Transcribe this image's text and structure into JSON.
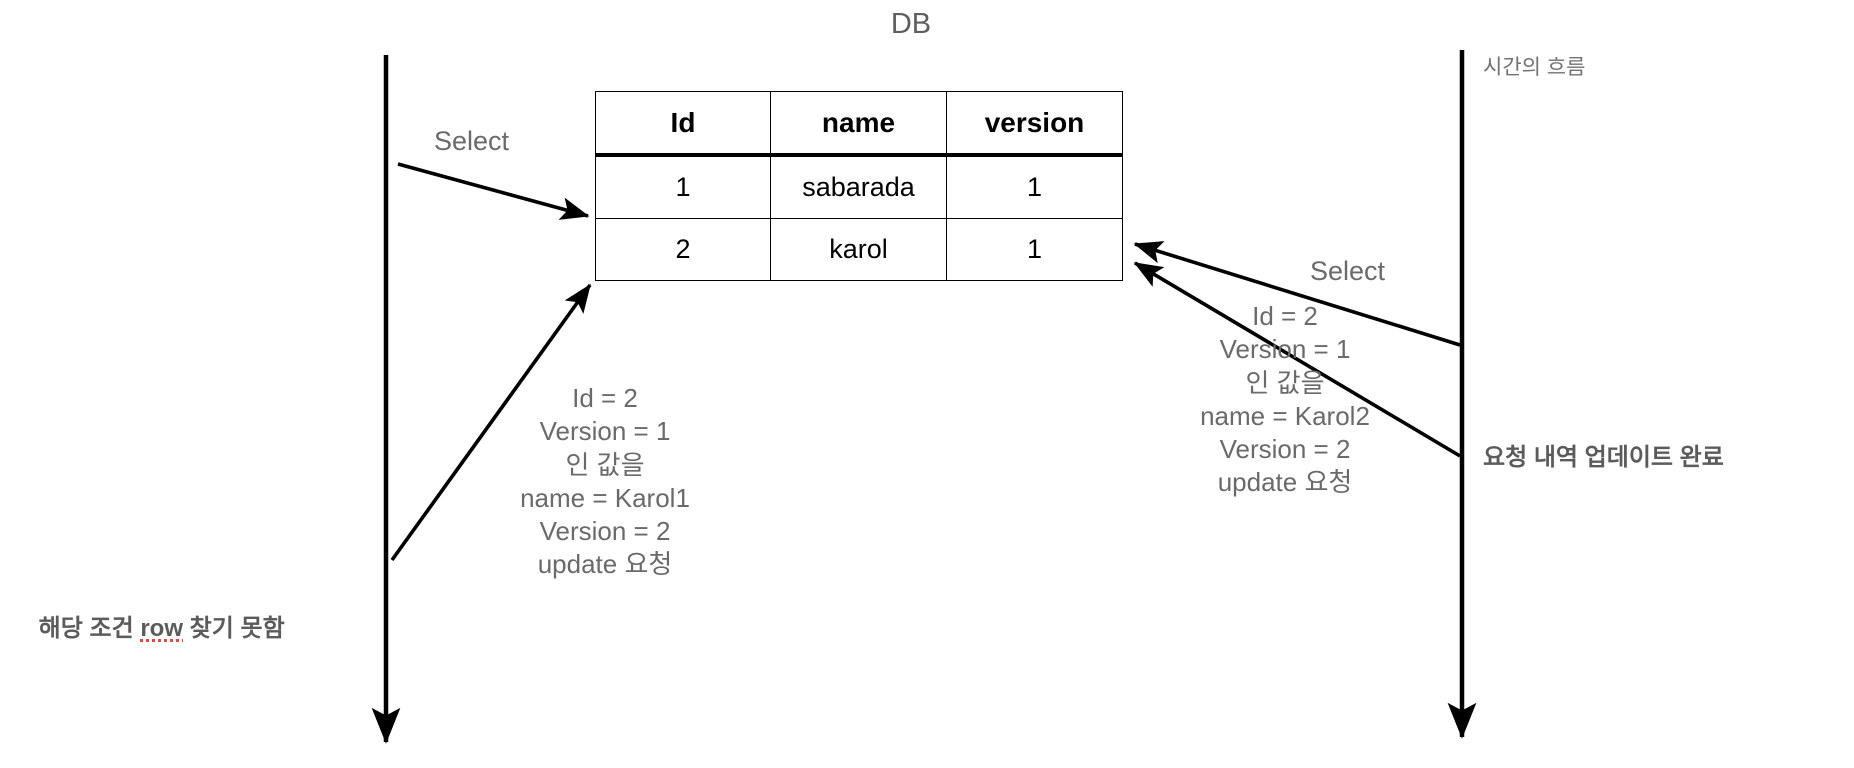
{
  "diagram": {
    "title": "DB",
    "time_axis_label": "시간의 흐름",
    "table": {
      "columns": [
        "Id",
        "name",
        "version"
      ],
      "rows": [
        [
          "1",
          "sabarada",
          "1"
        ],
        [
          "2",
          "karol",
          "1"
        ]
      ]
    },
    "left_lane": {
      "select_label": "Select",
      "request": {
        "line1": "Id = 2",
        "line2": "Version = 1",
        "line3": "인 값을",
        "line4": "name = Karol1",
        "line5": "Version = 2",
        "line6": "update 요청"
      },
      "result_note": {
        "prefix": "해당 조건 ",
        "highlight": "row",
        "suffix": " 찾기 못함"
      }
    },
    "right_lane": {
      "select_label": "Select",
      "request": {
        "line1": "Id = 2",
        "line2": "Version = 1",
        "line3": "인 값을",
        "line4": "name = Karol2",
        "line5": "Version = 2",
        "line6": "update 요청"
      },
      "result_note": "요청 내역 업데이트 완료"
    },
    "colors": {
      "stroke": "#000000",
      "text_gray": "#6a6a6a",
      "note_gray": "#5b5b5b",
      "spell_error_red": "#e8453c",
      "background": "#ffffff"
    }
  }
}
